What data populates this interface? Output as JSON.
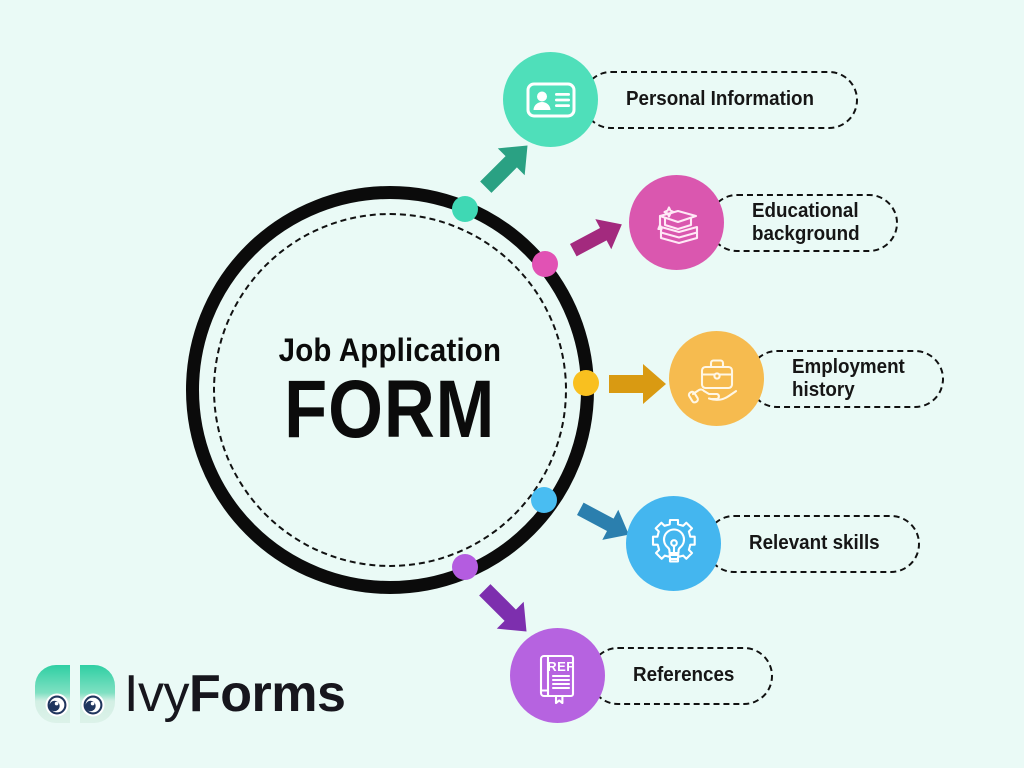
{
  "page": {
    "background_color": "#eafaf6",
    "title": "Job Application Form infographic"
  },
  "hub": {
    "line1": "Job Application",
    "line2": "FORM",
    "ring_color": "#0b0b0b",
    "dashed_color": "#111111"
  },
  "items": [
    {
      "id": "personal-information",
      "label": "Personal Information",
      "icon": "id-card-icon",
      "badge_color": "#4fdfba",
      "dot_color": "#3fd8b4",
      "arrow_color": "#2aa183"
    },
    {
      "id": "educational-background",
      "label": "Educational\nbackground",
      "icon": "graduation-books-icon",
      "badge_color": "#da57af",
      "dot_color": "#e152b4",
      "arrow_color": "#a32a7e"
    },
    {
      "id": "employment-history",
      "label": "Employment\nhistory",
      "icon": "hand-briefcase-icon",
      "badge_color": "#f6bb4f",
      "dot_color": "#f9c01f",
      "arrow_color": "#d99a12"
    },
    {
      "id": "relevant-skills",
      "label": "Relevant skills",
      "icon": "lightbulb-gear-icon",
      "badge_color": "#44b6ef",
      "dot_color": "#49bdf2",
      "arrow_color": "#2b7fae"
    },
    {
      "id": "references",
      "label": "References",
      "icon": "reference-book-icon",
      "badge_color": "#b濃"
    }
  ],
  "items_fixed": [
    {
      "id": "references",
      "label": "References",
      "icon": "reference-book-icon",
      "badge_color": "#b濃"
    }
  ],
  "references_item": {
    "id": "references",
    "label": "References",
    "icon": "reference-book-icon",
    "badge_color": "#b663e0",
    "dot_color": "#b45ce0",
    "arrow_color": "#7d2fae"
  },
  "logo": {
    "name_light": "Ivy",
    "name_bold": "Forms",
    "leaf_top_color": "#3ed2ab",
    "leaf_bottom_color": "#cfeee2",
    "eye_color": "#20365e"
  }
}
